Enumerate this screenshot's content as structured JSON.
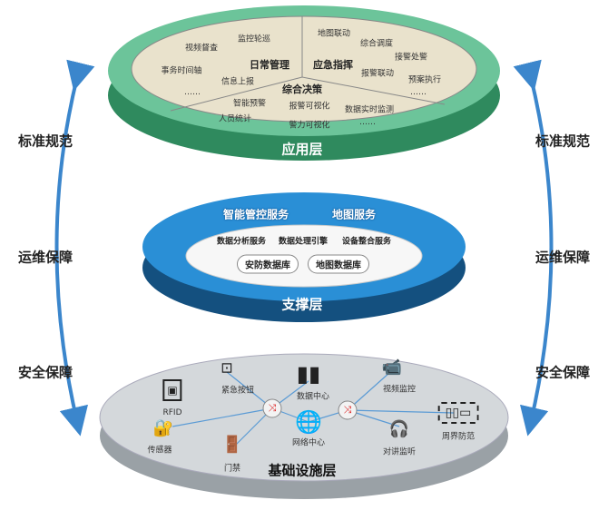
{
  "side_labels": {
    "left": [
      "标准规范",
      "运维保障",
      "安全保障"
    ],
    "right": [
      "标准规范",
      "运维保障",
      "安全保障"
    ]
  },
  "application_layer": {
    "title": "应用层",
    "sections": [
      {
        "name": "日常管理",
        "items": [
          "视频督查",
          "监控轮巡",
          "事务时间轴",
          "信息上报",
          "……"
        ]
      },
      {
        "name": "应急指挥",
        "items": [
          "地图联动",
          "综合调度",
          "接警处警",
          "报警联动",
          "预案执行",
          "……"
        ]
      },
      {
        "name": "综合决策",
        "items": [
          "智能预警",
          "报警可视化",
          "数据实时监测",
          "人员统计",
          "警力可视化",
          "……"
        ]
      }
    ]
  },
  "support_layer": {
    "title": "支撑层",
    "services": [
      "智能管控服务",
      "地图服务"
    ],
    "engines": [
      "数据分析服务",
      "数据处理引擎",
      "设备整合服务"
    ],
    "databases": [
      "安防数据库",
      "地图数据库"
    ]
  },
  "infrastructure_layer": {
    "title": "基础设施层",
    "devices": [
      "RFID",
      "紧急按钮",
      "数据中心",
      "视频监控",
      "传感器",
      "门禁",
      "网络中心",
      "对讲监听",
      "周界防范"
    ]
  },
  "colors": {
    "green": "#3f9e6e",
    "beige": "#e9e2cc",
    "blue": "#2a8fd6",
    "darkblue": "#14507f",
    "gray": "#c9ced2",
    "arrow": "#3b86cc"
  }
}
